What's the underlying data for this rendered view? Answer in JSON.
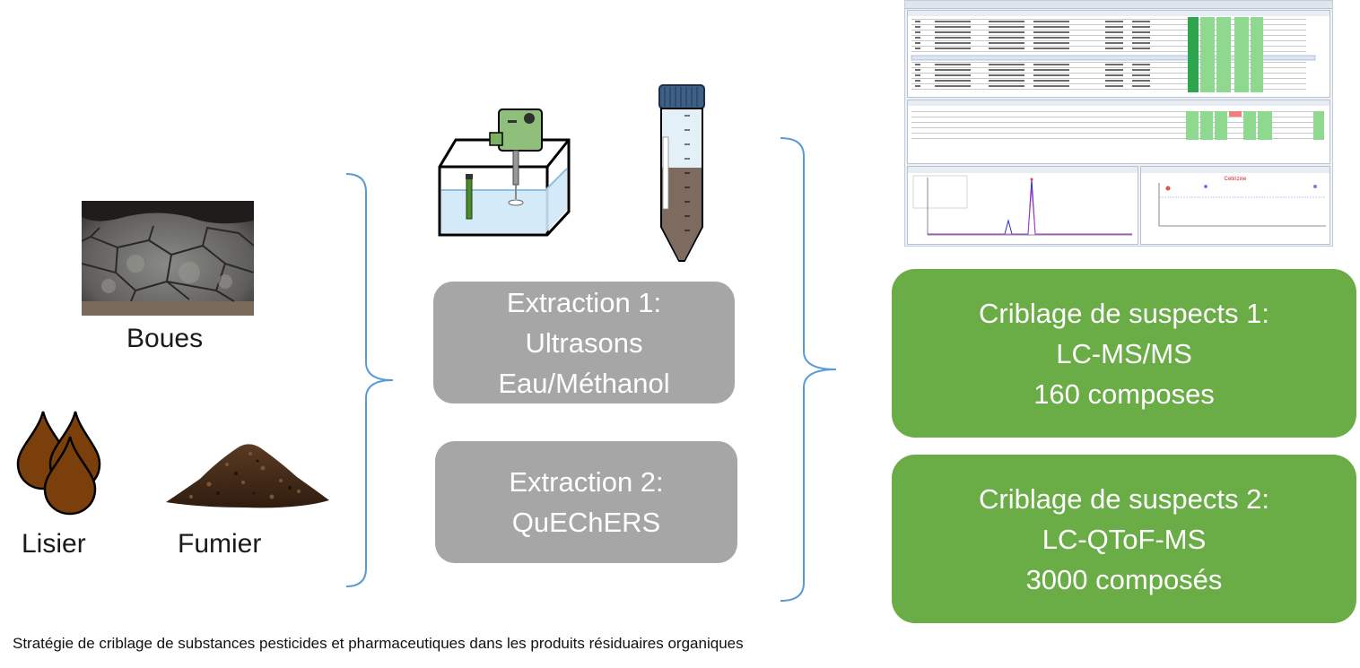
{
  "inputs": {
    "boues": "Boues",
    "lisier": "Lisier",
    "fumier": "Fumier"
  },
  "extraction1": {
    "line1": "Extraction 1:",
    "line2": "Ultrasons",
    "line3": "Eau/Méthanol"
  },
  "extraction2": {
    "line1": "Extraction 2:",
    "line2": "QuEChERS"
  },
  "screening1": {
    "line1": "Criblage de suspects 1:",
    "line2": "LC-MS/MS",
    "line3": "160 composes"
  },
  "screening2": {
    "line1": "Criblage de suspects 2:",
    "line2": "LC-QToF-MS",
    "line3": "3000 composés"
  },
  "caption": "Stratégie de criblage de substances pesticides et pharmaceutiques dans les produits résiduaires organiques",
  "software_screenshot": {
    "chart_title": "Cetirizine"
  },
  "colors": {
    "gray_box": "#a6a6a6",
    "green_box": "#6aac46",
    "bracket": "#5b9bd5",
    "manure_brown": "#7b3f0c"
  },
  "icons": [
    "sludge-photo",
    "liquid-manure-drops",
    "solid-manure-pile",
    "ultrasonic-bath",
    "centrifuge-tube",
    "software-screenshot"
  ]
}
